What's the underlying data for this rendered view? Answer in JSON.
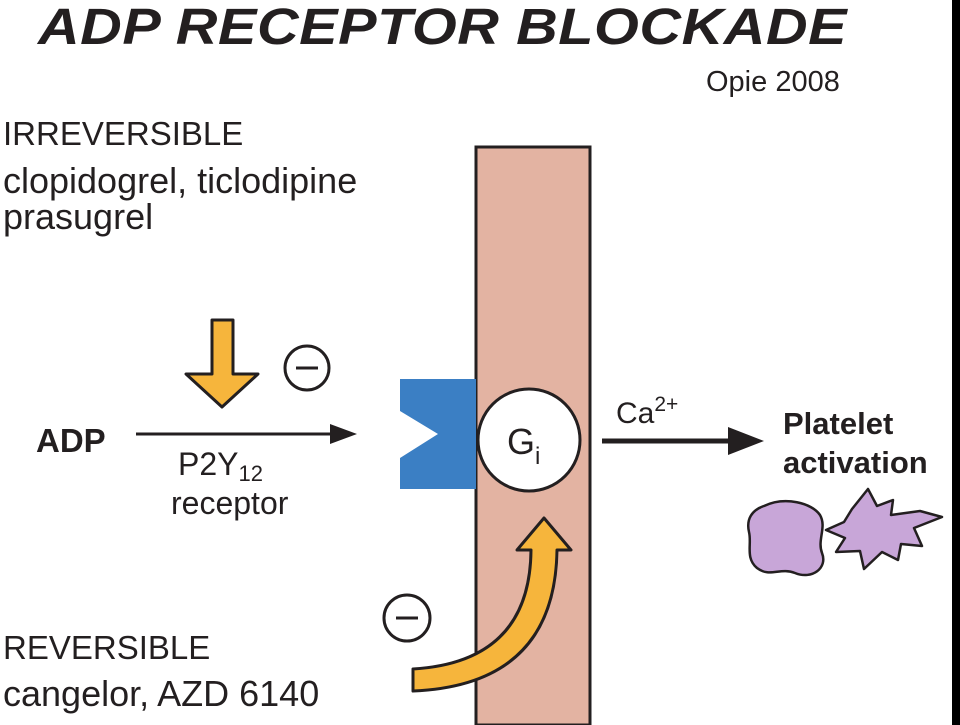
{
  "title": "ADP RECEPTOR BLOCKADE",
  "credit": "Opie 2008",
  "irreversible": {
    "heading": "IRREVERSIBLE",
    "drugs_line1": "clopidogrel, ticlodipine",
    "drugs_line2": "prasugrel"
  },
  "pathway": {
    "agonist": "ADP",
    "receptor_name": "P2Y",
    "receptor_subscript": "12",
    "receptor_word": "receptor",
    "g_protein": "G",
    "g_protein_subscript": "i",
    "ion": "Ca",
    "ion_charge": "2+",
    "outcome_line1": "Platelet",
    "outcome_line2": "activation",
    "inhibition_symbol": "−"
  },
  "reversible": {
    "heading": "REVERSIBLE",
    "drugs_line1": "cangelor, AZD 6140"
  },
  "colors": {
    "membrane": "#e3b3a2",
    "receptor": "#3b7fc4",
    "arrow_fill": "#f6b53c",
    "platelet": "#c8a6d8",
    "ink": "#231f20"
  }
}
